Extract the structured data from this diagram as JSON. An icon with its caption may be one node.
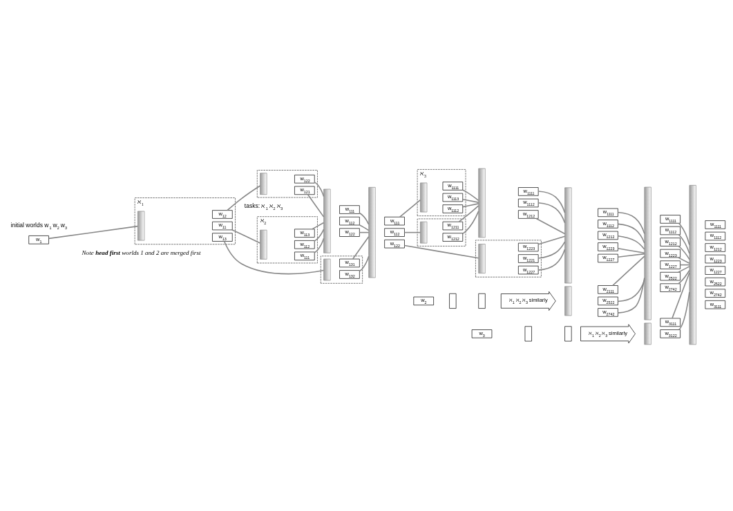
{
  "diagram": {
    "nodes": [
      {
        "text": [
          "w$_{1}$"
        ]
      },
      {
        "text": [
          "ℵ$_{1}$"
        ]
      },
      {
        "text": [],
        "shape": "bar",
        "in": 1
      },
      {
        "text": [
          "w$_{11}$"
        ],
        "in": 1
      },
      {
        "text": [
          "w$_{12}$"
        ],
        "in": 1
      },
      {
        "text": [
          "w$_{13}$"
        ],
        "in": 1
      },
      {
        "text": [
          "ℵ$_{2}$"
        ]
      },
      {
        "text": [],
        "shape": "bar",
        "in": 6
      },
      {
        "text": [
          "w$_{111}$"
        ],
        "in": 6
      },
      {
        "text": [
          "w$_{112}$"
        ],
        "in": 6
      },
      {
        "text": [
          "w$_{113}$"
        ],
        "in": 6
      },
      {
        "text": [],
        "shape": "box"
      },
      {
        "text": [],
        "shape": "bar",
        "in": 11
      },
      {
        "text": [
          "w$_{121}$"
        ],
        "in": 11
      },
      {
        "text": [
          "w$_{122}$"
        ],
        "in": 11
      },
      {
        "text": [],
        "shape": "bar"
      },
      {
        "text": [
          "w$_{111}$"
        ]
      },
      {
        "text": [
          "w$_{112}$"
        ]
      },
      {
        "text": [
          "w$_{122}$"
        ]
      },
      {
        "text": [],
        "shape": "box"
      },
      {
        "text": [],
        "shape": "bar",
        "in": 19
      },
      {
        "text": [
          "w$_{131}$"
        ],
        "in": 19
      },
      {
        "text": [
          "w$_{132}$"
        ],
        "in": 19
      },
      {
        "text": [],
        "shape": "bar"
      },
      {
        "text": [
          "w$_{111}$"
        ]
      },
      {
        "text": [
          "w$_{112}$"
        ]
      },
      {
        "text": [
          "w$_{122}$"
        ]
      },
      {
        "text": [
          "ℵ$_{3}$"
        ]
      },
      {
        "text": [],
        "shape": "bar",
        "in": 27
      },
      {
        "text": [
          "w$_{1111}$"
        ],
        "in": 27
      },
      {
        "text": [
          "w$_{1112}$"
        ],
        "in": 27
      },
      {
        "text": [
          "w$_{1113}$"
        ],
        "in": 27
      },
      {
        "text": [],
        "shape": "box"
      },
      {
        "text": [],
        "shape": "bar",
        "in": 32
      },
      {
        "text": [
          "w$_{1211}$"
        ],
        "in": 32
      },
      {
        "text": [
          "w$_{1212}$"
        ],
        "in": 32
      },
      {
        "text": [],
        "shape": "bar"
      },
      {
        "text": [
          "w$_{1111}$"
        ]
      },
      {
        "text": [
          "w$_{1112}$"
        ]
      },
      {
        "text": [
          "w$_{1212}$"
        ]
      },
      {
        "text": [],
        "shape": "box"
      },
      {
        "text": [],
        "shape": "bar",
        "in": 40
      },
      {
        "text": [
          "w$_{1221}$"
        ],
        "in": 40
      },
      {
        "text": [
          "w$_{1223}$"
        ],
        "in": 40
      },
      {
        "text": [
          "w$_{1227}$"
        ],
        "in": 40
      },
      {
        "text": [],
        "shape": "bar"
      },
      {
        "text": [
          "w$_{1111}$"
        ]
      },
      {
        "text": [
          "w$_{1112}$"
        ]
      },
      {
        "text": [
          "w$_{1212}$"
        ]
      },
      {
        "text": [
          "w$_{1223}$"
        ]
      },
      {
        "text": [
          "w$_{1227}$"
        ]
      },
      {
        "text": [],
        "shape": "bar"
      },
      {
        "text": [
          "w$_{2111}$"
        ]
      },
      {
        "text": [
          "w$_{2522}$"
        ]
      },
      {
        "text": [
          "w$_{2742}$"
        ]
      },
      {
        "text": [],
        "shape": "bar"
      },
      {
        "text": [
          "w$_{1111}$"
        ]
      },
      {
        "text": [
          "w$_{1112}$"
        ]
      },
      {
        "text": [
          "w$_{1212}$"
        ]
      },
      {
        "text": [
          "w$_{1223}$"
        ]
      },
      {
        "text": [
          "w$_{1227}$"
        ]
      },
      {
        "text": [
          "w$_{2522}$"
        ]
      },
      {
        "text": [
          "w$_{2742}$"
        ]
      },
      {
        "text": [],
        "shape": "bar"
      },
      {
        "text": [
          "w$_{3111}$"
        ]
      },
      {
        "text": [
          "w$_{3122}$"
        ]
      },
      {
        "text": [],
        "shape": "bar"
      },
      {
        "text": [
          "w$_{1111}$"
        ]
      },
      {
        "text": [
          "w$_{1112}$"
        ]
      },
      {
        "text": [
          "w$_{1212}$"
        ]
      },
      {
        "text": [
          "w$_{1223}$"
        ]
      },
      {
        "text": [
          "w$_{1227}$"
        ]
      },
      {
        "text": [
          "w$_{2522}$"
        ]
      },
      {
        "text": [
          "w$_{2742}$"
        ]
      },
      {
        "text": [
          "w$_{3111}$"
        ]
      },
      {
        "text": [
          "w$_{2}$"
        ]
      },
      {
        "text": [],
        "shape": "box"
      },
      {
        "text": [],
        "shape": "box"
      },
      {
        "text": [
          "ℵ$_{1}$ ℵ$_{2}$ ℵ$_{3}$ similarly"
        ]
      },
      {
        "text": [
          "w$_{3}$"
        ]
      },
      {
        "text": [],
        "shape": "box"
      },
      {
        "text": [],
        "shape": "box"
      },
      {
        "text": [
          "ℵ$_{1}$ ℵ$_{2}$ ℵ$_{3}$ similarly"
        ]
      }
    ],
    "edges": [
      {
        "from": 0,
        "to": 2,
        "arrow": "none"
      },
      {
        "from": 3,
        "to": 7,
        "arrow": "none"
      },
      {
        "from": 4,
        "to": 12,
        "arrow": "none"
      },
      {
        "from": 5,
        "to": 20,
        "arrow": "none"
      },
      {
        "from": 8,
        "to": 15,
        "arrow": "none"
      },
      {
        "from": 9,
        "to": 15,
        "arrow": "none"
      },
      {
        "from": 10,
        "to": 15,
        "arrow": "none"
      },
      {
        "from": 13,
        "to": 15,
        "arrow": "none"
      },
      {
        "from": 14,
        "to": 15,
        "arrow": "none"
      },
      {
        "from": 16,
        "to": 23,
        "arrow": "none"
      },
      {
        "from": 17,
        "to": 23,
        "arrow": "none"
      },
      {
        "from": 18,
        "to": 23,
        "arrow": "none"
      },
      {
        "from": 21,
        "to": 23,
        "arrow": "none"
      },
      {
        "from": 22,
        "to": 23,
        "arrow": "none"
      },
      {
        "from": 24,
        "to": 28,
        "arrow": "none"
      },
      {
        "from": 25,
        "to": 33,
        "arrow": "none"
      },
      {
        "from": 26,
        "to": 41,
        "arrow": "none"
      },
      {
        "from": 29,
        "to": 36,
        "arrow": "none"
      },
      {
        "from": 30,
        "to": 36,
        "arrow": "none"
      },
      {
        "from": 31,
        "to": 36,
        "arrow": "none"
      },
      {
        "from": 34,
        "to": 36,
        "arrow": "none"
      },
      {
        "from": 35,
        "to": 36,
        "arrow": "none"
      },
      {
        "from": 37,
        "to": 45,
        "arrow": "none"
      },
      {
        "from": 38,
        "to": 45,
        "arrow": "none"
      },
      {
        "from": 39,
        "to": 45,
        "arrow": "none"
      },
      {
        "from": 42,
        "to": 45,
        "arrow": "none"
      },
      {
        "from": 43,
        "to": 45,
        "arrow": "none"
      },
      {
        "from": 44,
        "to": 45,
        "arrow": "none"
      },
      {
        "from": 46,
        "to": 55,
        "arrow": "none"
      },
      {
        "from": 47,
        "to": 55,
        "arrow": "none"
      },
      {
        "from": 48,
        "to": 55,
        "arrow": "none"
      },
      {
        "from": 49,
        "to": 55,
        "arrow": "none"
      },
      {
        "from": 50,
        "to": 55,
        "arrow": "none"
      },
      {
        "from": 52,
        "to": 55,
        "arrow": "none"
      },
      {
        "from": 53,
        "to": 55,
        "arrow": "none"
      },
      {
        "from": 54,
        "to": 55,
        "arrow": "none"
      },
      {
        "from": 56,
        "to": 66,
        "arrow": "none"
      },
      {
        "from": 57,
        "to": 66,
        "arrow": "none"
      },
      {
        "from": 58,
        "to": 66,
        "arrow": "none"
      },
      {
        "from": 59,
        "to": 66,
        "arrow": "none"
      },
      {
        "from": 60,
        "to": 66,
        "arrow": "none"
      },
      {
        "from": 61,
        "to": 66,
        "arrow": "none"
      },
      {
        "from": 62,
        "to": 66,
        "arrow": "none"
      },
      {
        "from": 64,
        "to": 66,
        "arrow": "none"
      },
      {
        "from": 65,
        "to": 66,
        "arrow": "none"
      }
    ],
    "labels": [
      "initial worlds w$_{1}$ w$_{2}$ w$_{3}$",
      "tasks: ℵ$_{1}$ ℵ$_{2}$ ℵ$_{3}$",
      "Note **head first** worlds 1 and 2 are merged first"
    ]
  }
}
